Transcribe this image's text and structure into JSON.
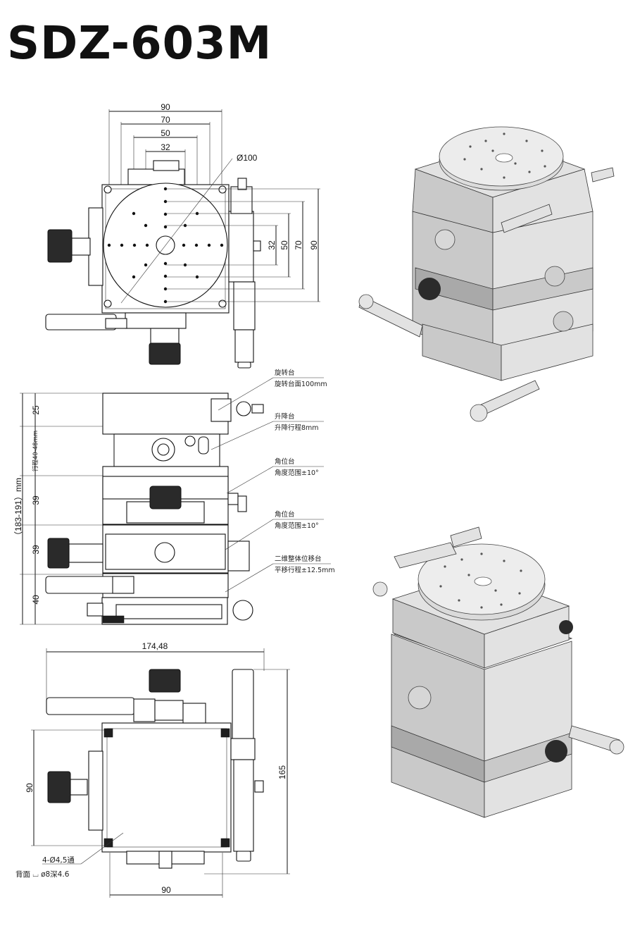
{
  "title": "SDZ-603M",
  "top_view": {
    "dims_horizontal": [
      "90",
      "70",
      "50",
      "32"
    ],
    "dims_vertical": [
      "32",
      "50",
      "70",
      "90"
    ],
    "diameter": "Ø100"
  },
  "side_view": {
    "dims": [
      "25",
      "39",
      "39",
      "40"
    ],
    "travel_label": "行程40-48mm",
    "total_height": "（183-191）mm",
    "annotations": [
      {
        "name": "旋转台",
        "detail": "旋转台面100mm"
      },
      {
        "name": "升降台",
        "detail": "升降行程8mm"
      },
      {
        "name": "角位台",
        "detail": "角度范围±10°"
      },
      {
        "name": "角位台",
        "detail": "角度范围±10°"
      },
      {
        "name": "二维整体位移台",
        "detail": "平移行程±12.5mm"
      }
    ]
  },
  "bottom_view": {
    "width": "174,48",
    "height": "165",
    "left_dim": "90",
    "bottom_dim": "90",
    "hole_note": "4-Ø4,5通",
    "back_note": "背面 ⌴ ø8深4.6"
  }
}
